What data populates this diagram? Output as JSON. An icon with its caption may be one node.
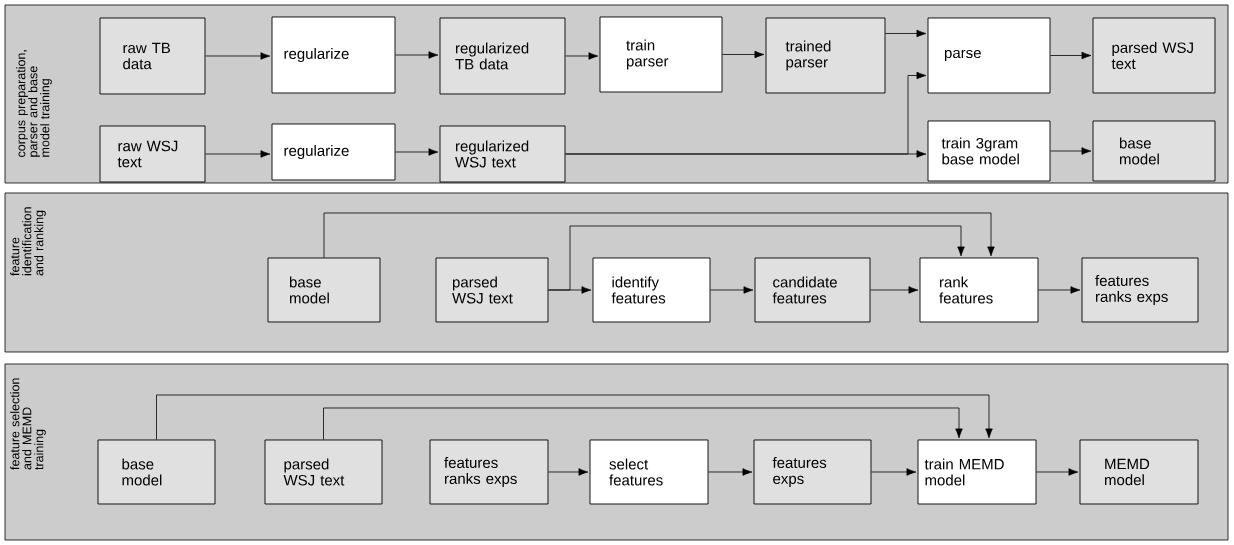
{
  "diagram": {
    "nodes": [
      {
        "text": [
          "corpus preparation, parser and base model training"
        ]
      },
      {
        "text": [
          "raw TB data"
        ],
        "in": 0
      },
      {
        "text": [
          "regularize"
        ],
        "in": 0
      },
      {
        "text": [
          "regularized TB data"
        ],
        "in": 0
      },
      {
        "text": [
          "train parser"
        ],
        "in": 0
      },
      {
        "text": [
          "trained parser"
        ],
        "in": 0
      },
      {
        "text": [
          "parse"
        ],
        "in": 0
      },
      {
        "text": [
          "parsed WSJ text"
        ],
        "in": 0
      },
      {
        "text": [
          "raw WSJ text"
        ],
        "in": 0
      },
      {
        "text": [
          "regularize"
        ],
        "in": 0
      },
      {
        "text": [
          "regularized WSJ text"
        ],
        "in": 0
      },
      {
        "text": [
          "train 3gram base model"
        ],
        "in": 0
      },
      {
        "text": [
          "base model"
        ],
        "in": 0
      },
      {
        "text": [
          "feature identification and ranking"
        ]
      },
      {
        "text": [
          "base model"
        ],
        "in": 13
      },
      {
        "text": [
          "parsed WSJ text"
        ],
        "in": 13
      },
      {
        "text": [
          "identify features"
        ],
        "in": 13
      },
      {
        "text": [
          "candidate features"
        ],
        "in": 13
      },
      {
        "text": [
          "rank features"
        ],
        "in": 13
      },
      {
        "text": [
          "features ranks exps"
        ],
        "in": 13
      },
      {
        "text": [
          "feature selection and MEMD training"
        ]
      },
      {
        "text": [
          "base model"
        ],
        "in": 20
      },
      {
        "text": [
          "parsed WSJ text"
        ],
        "in": 20
      },
      {
        "text": [
          "features ranks exps"
        ],
        "in": 20
      },
      {
        "text": [
          "select features"
        ],
        "in": 20
      },
      {
        "text": [
          "features exps"
        ],
        "in": 20
      },
      {
        "text": [
          "train MEMD model"
        ],
        "in": 20
      },
      {
        "text": [
          "MEMD model"
        ],
        "in": 20
      }
    ],
    "edges": [
      {
        "from": 1,
        "to": 2,
        "arrow": "to"
      },
      {
        "from": 2,
        "to": 3,
        "arrow": "to"
      },
      {
        "from": 3,
        "to": 4,
        "arrow": "to"
      },
      {
        "from": 4,
        "to": 5,
        "arrow": "to"
      },
      {
        "from": 5,
        "to": 6,
        "arrow": "to"
      },
      {
        "from": 6,
        "to": 7,
        "arrow": "to"
      },
      {
        "from": 8,
        "to": 9,
        "arrow": "to"
      },
      {
        "from": 9,
        "to": 10,
        "arrow": "to"
      },
      {
        "from": 10,
        "to": 6,
        "arrow": "to"
      },
      {
        "from": 10,
        "to": 11,
        "arrow": "to"
      },
      {
        "from": 11,
        "to": 12,
        "arrow": "to"
      },
      {
        "from": 15,
        "to": 16,
        "arrow": "to"
      },
      {
        "from": 16,
        "to": 17,
        "arrow": "to"
      },
      {
        "from": 17,
        "to": 18,
        "arrow": "to"
      },
      {
        "from": 18,
        "to": 19,
        "arrow": "to"
      },
      {
        "from": 14,
        "to": 18,
        "arrow": "to"
      },
      {
        "from": 15,
        "to": 18,
        "arrow": "to"
      },
      {
        "from": 23,
        "to": 24,
        "arrow": "to"
      },
      {
        "from": 24,
        "to": 25,
        "arrow": "to"
      },
      {
        "from": 25,
        "to": 26,
        "arrow": "to"
      },
      {
        "from": 26,
        "to": 27,
        "arrow": "to"
      },
      {
        "from": 21,
        "to": 26,
        "arrow": "to"
      },
      {
        "from": 22,
        "to": 26,
        "arrow": "to"
      }
    ]
  }
}
